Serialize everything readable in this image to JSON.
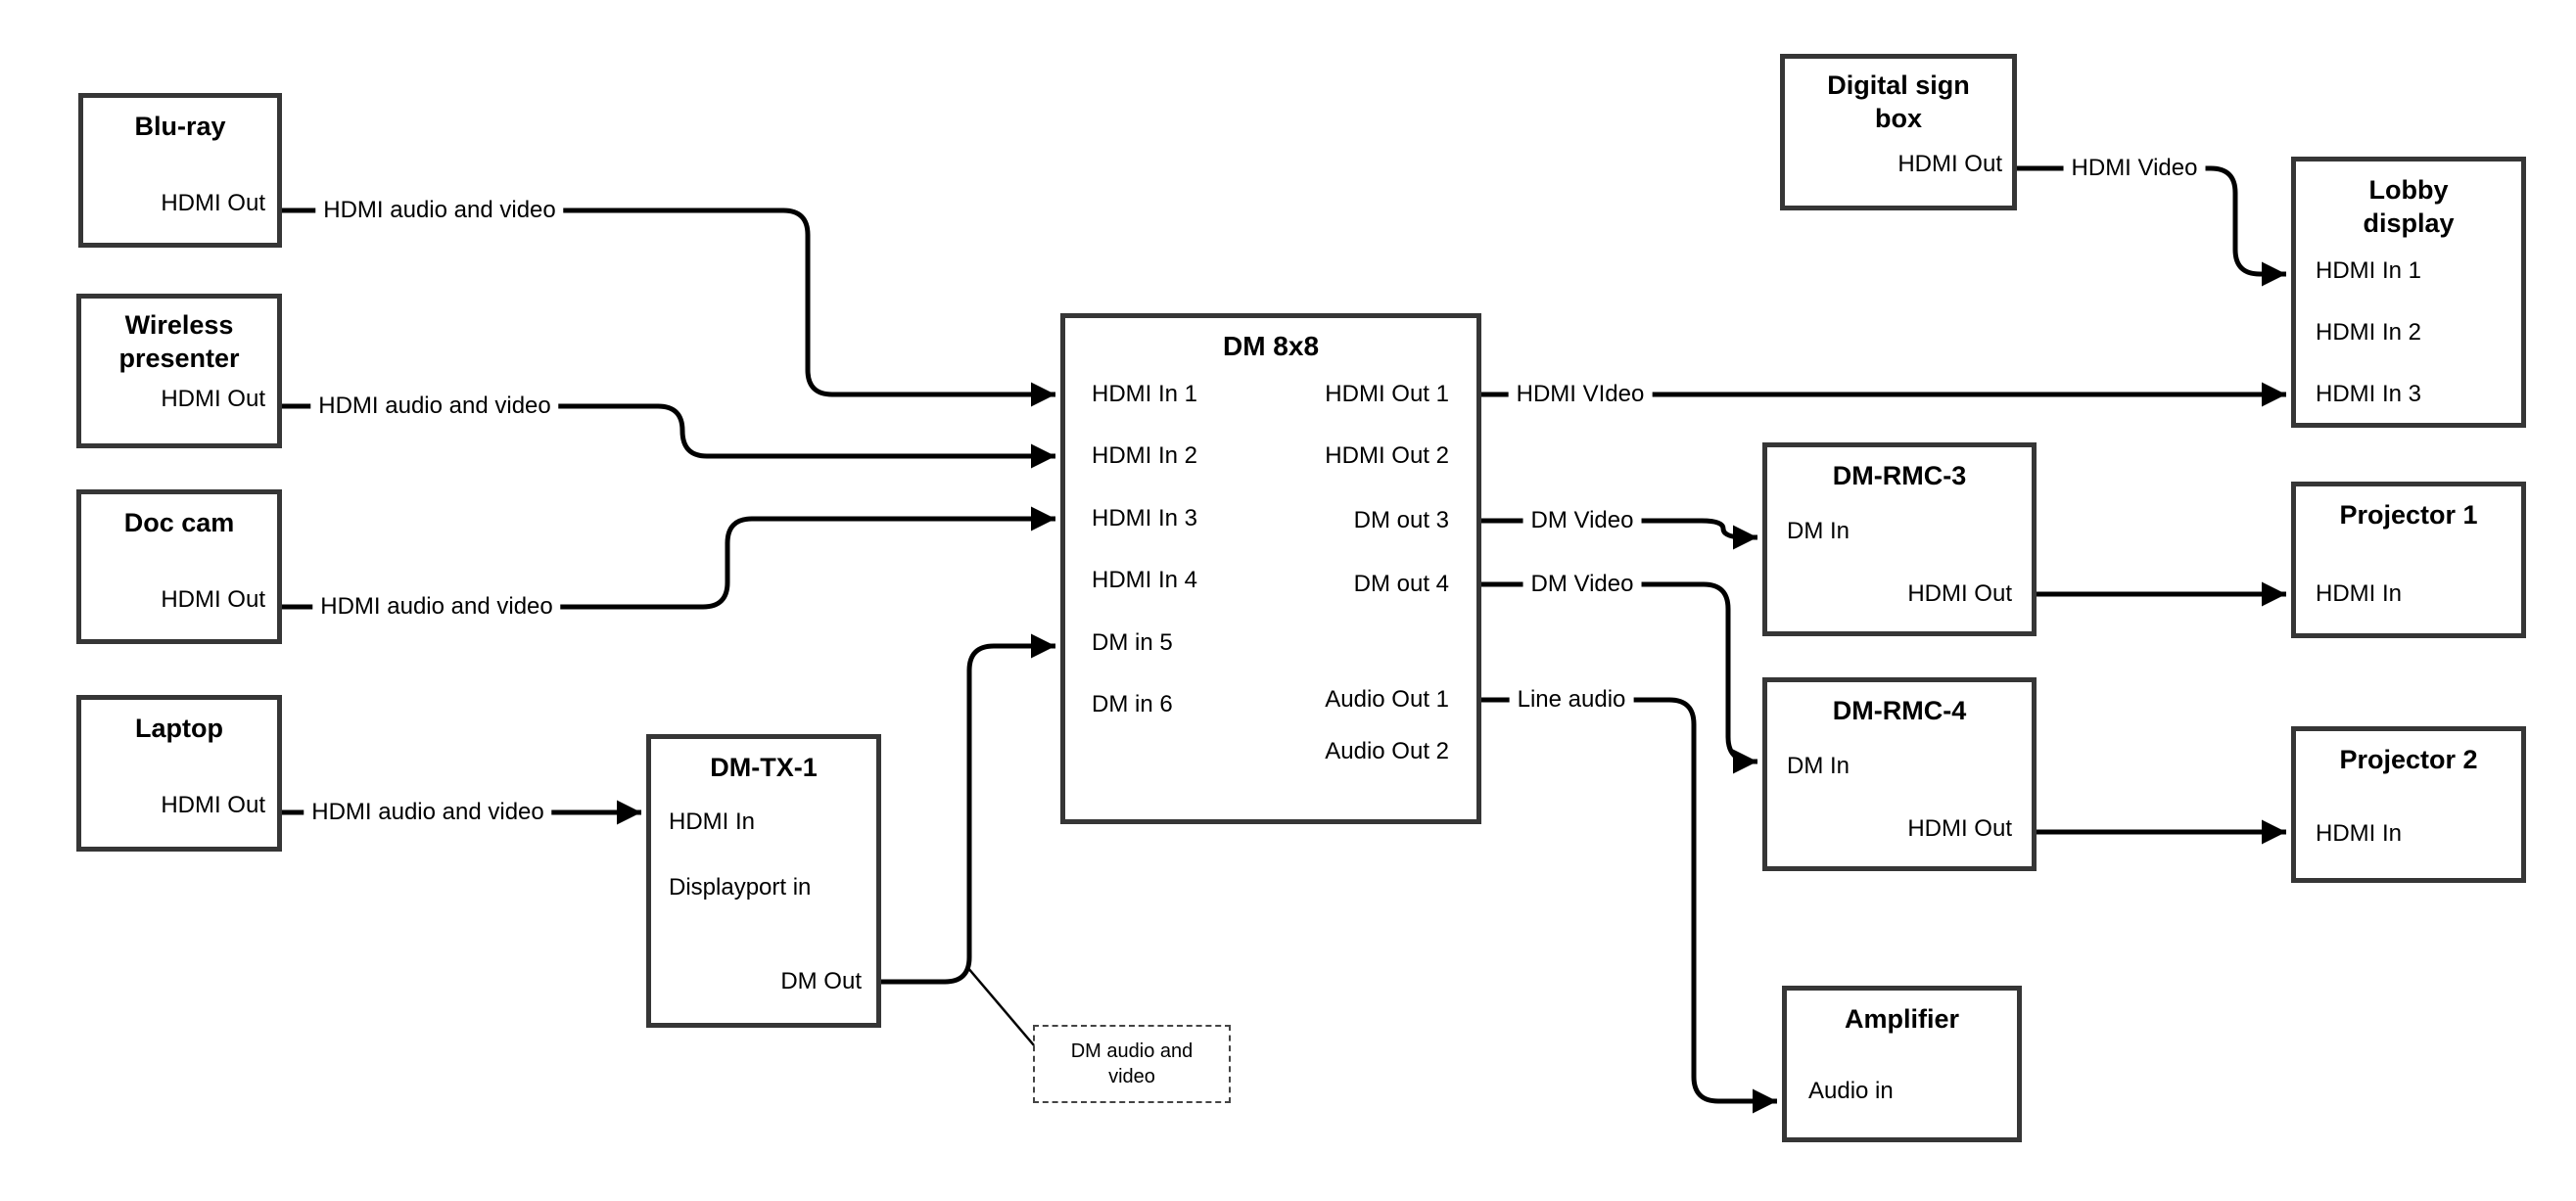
{
  "diagram": {
    "boxes": {
      "bluray": {
        "title": "Blu-ray",
        "ports": {
          "hdmi_out": "HDMI Out"
        }
      },
      "wireless": {
        "title": "Wireless presenter",
        "ports": {
          "hdmi_out": "HDMI Out"
        }
      },
      "doccam": {
        "title": "Doc cam",
        "ports": {
          "hdmi_out": "HDMI Out"
        }
      },
      "laptop": {
        "title": "Laptop",
        "ports": {
          "hdmi_out": "HDMI Out"
        }
      },
      "dmtx1": {
        "title": "DM-TX-1",
        "ports": {
          "hdmi_in": "HDMI In",
          "displayport_in": "Displayport in",
          "dm_out": "DM Out"
        }
      },
      "dm8x8": {
        "title": "DM 8x8",
        "ports_left": [
          "HDMI In 1",
          "HDMI In 2",
          "HDMI In 3",
          "HDMI In 4",
          "DM in 5",
          "DM in 6"
        ],
        "ports_right": [
          "HDMI Out 1",
          "HDMI Out 2",
          "DM out 3",
          "DM out 4",
          "Audio Out 1",
          "Audio Out 2"
        ]
      },
      "digital_sign": {
        "title": "Digital sign box",
        "ports": {
          "hdmi_out": "HDMI Out"
        }
      },
      "lobby": {
        "title": "Lobby display",
        "ports": [
          "HDMI In 1",
          "HDMI In 2",
          "HDMI In 3"
        ]
      },
      "dmrmc3": {
        "title": "DM-RMC-3",
        "ports": {
          "dm_in": "DM In",
          "hdmi_out": "HDMI Out"
        }
      },
      "proj1": {
        "title": "Projector 1",
        "ports": {
          "hdmi_in": "HDMI In"
        }
      },
      "dmrmc4": {
        "title": "DM-RMC-4",
        "ports": {
          "dm_in": "DM In",
          "hdmi_out": "HDMI Out"
        }
      },
      "proj2": {
        "title": "Projector 2",
        "ports": {
          "hdmi_in": "HDMI In"
        }
      },
      "amplifier": {
        "title": "Amplifier",
        "ports": {
          "audio_in": "Audio in"
        }
      }
    },
    "connections": [
      {
        "from": "Blu-ray HDMI Out",
        "to": "DM 8x8 HDMI In 1",
        "label": "HDMI audio and video"
      },
      {
        "from": "Wireless presenter HDMI Out",
        "to": "DM 8x8 HDMI In 2",
        "label": "HDMI audio and video"
      },
      {
        "from": "Doc cam HDMI Out",
        "to": "DM 8x8 HDMI In 3",
        "label": "HDMI audio and video"
      },
      {
        "from": "Laptop HDMI Out",
        "to": "DM-TX-1 HDMI In",
        "label": "HDMI audio and video"
      },
      {
        "from": "DM-TX-1 DM Out",
        "to": "DM 8x8 DM in 5",
        "label": "DM audio and video",
        "label_style": "dashed-callout"
      },
      {
        "from": "DM 8x8 HDMI Out 1",
        "to": "Lobby display HDMI In 3",
        "label": "HDMI VIdeo"
      },
      {
        "from": "Digital sign box HDMI Out",
        "to": "Lobby display HDMI In 1",
        "label": "HDMI Video"
      },
      {
        "from": "DM 8x8 DM out 3",
        "to": "DM-RMC-3 DM In",
        "label": "DM Video"
      },
      {
        "from": "DM 8x8 DM out 4",
        "to": "DM-RMC-4 DM In",
        "label": "DM Video"
      },
      {
        "from": "DM 8x8 Audio Out 1",
        "to": "Amplifier Audio in",
        "label": "Line audio"
      },
      {
        "from": "DM-RMC-3 HDMI Out",
        "to": "Projector 1 HDMI In",
        "label": ""
      },
      {
        "from": "DM-RMC-4 HDMI Out",
        "to": "Projector 2 HDMI In",
        "label": ""
      }
    ]
  }
}
